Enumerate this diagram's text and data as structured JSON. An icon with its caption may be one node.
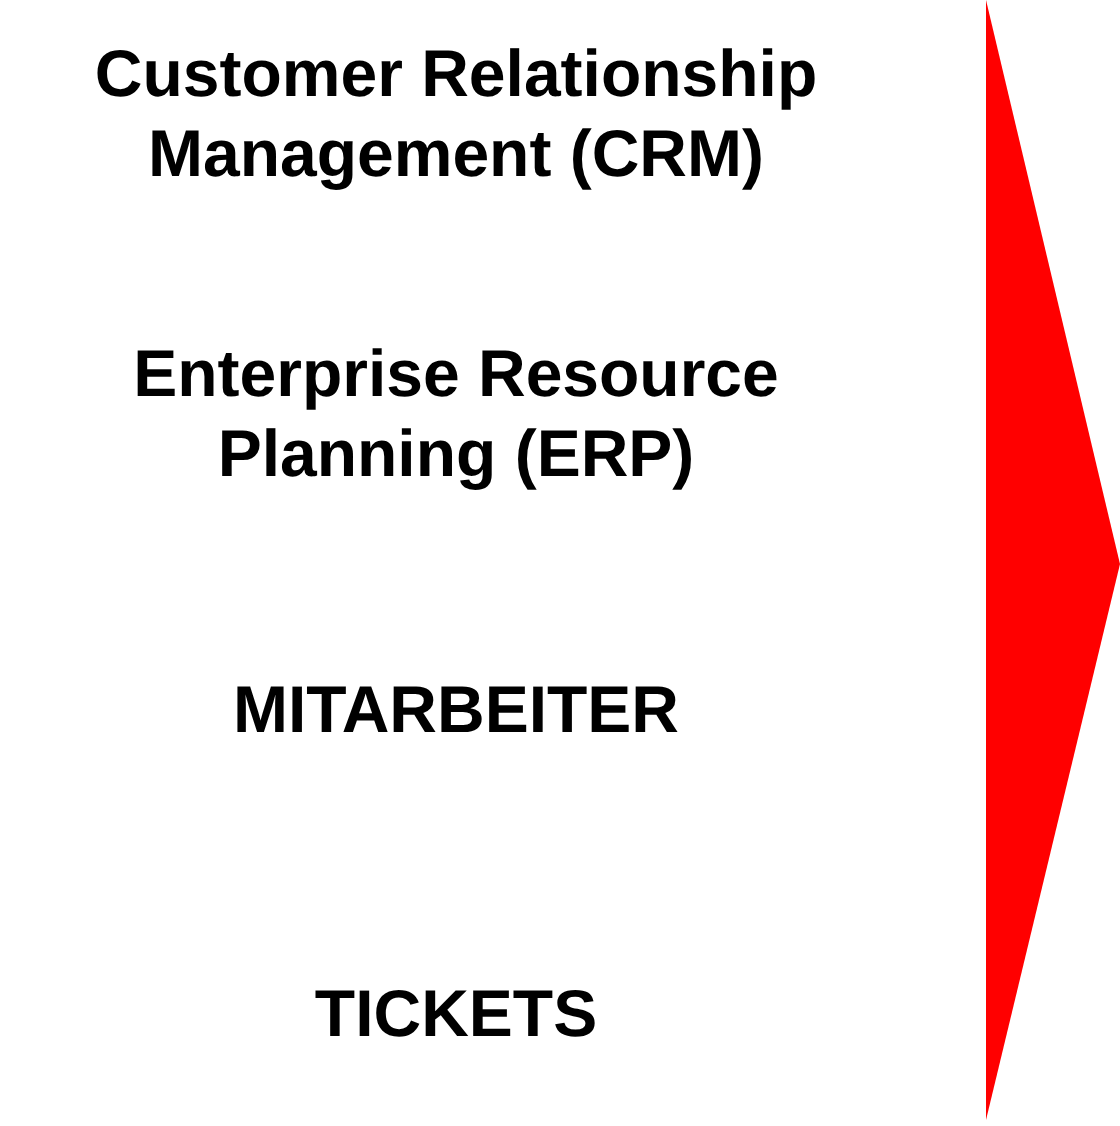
{
  "diagram": {
    "nodes": [
      {
        "text": [],
        "shape": "triangle"
      }
    ],
    "labels": [
      "Customer Relationship Management (CRM)",
      "Enterprise Resource Planning (ERP)",
      "MITARBEITER",
      "TICKETS"
    ]
  }
}
